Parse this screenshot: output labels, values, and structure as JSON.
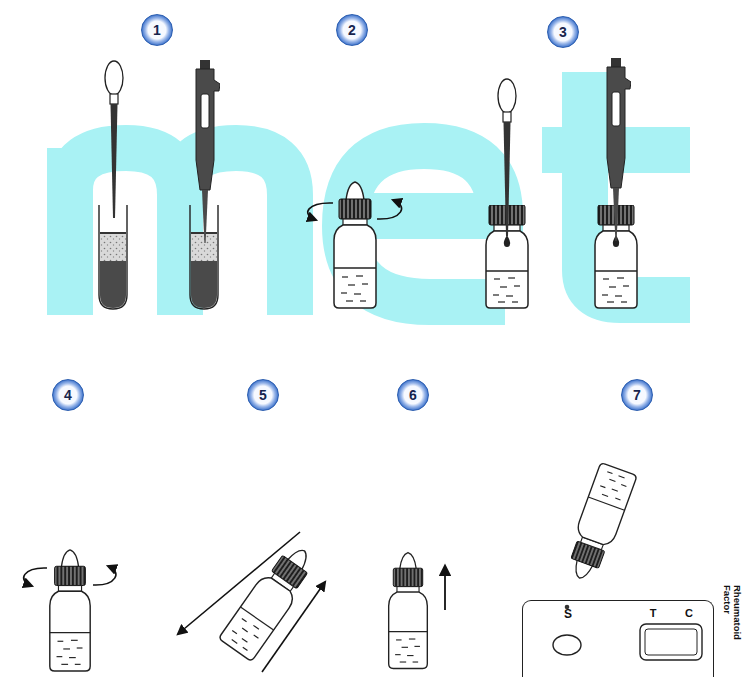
{
  "diagram": {
    "nodes": [
      {
        "text": [
          "1"
        ]
      },
      {
        "text": [
          "2"
        ]
      },
      {
        "text": [
          "3"
        ]
      },
      {
        "text": [
          "4"
        ]
      },
      {
        "text": [
          "5"
        ]
      },
      {
        "text": [
          "6"
        ]
      },
      {
        "text": [
          "7"
        ]
      },
      {
        "text": [
          "S",
          "T",
          "C",
          "Rheumatoid Factor"
        ]
      }
    ]
  }
}
